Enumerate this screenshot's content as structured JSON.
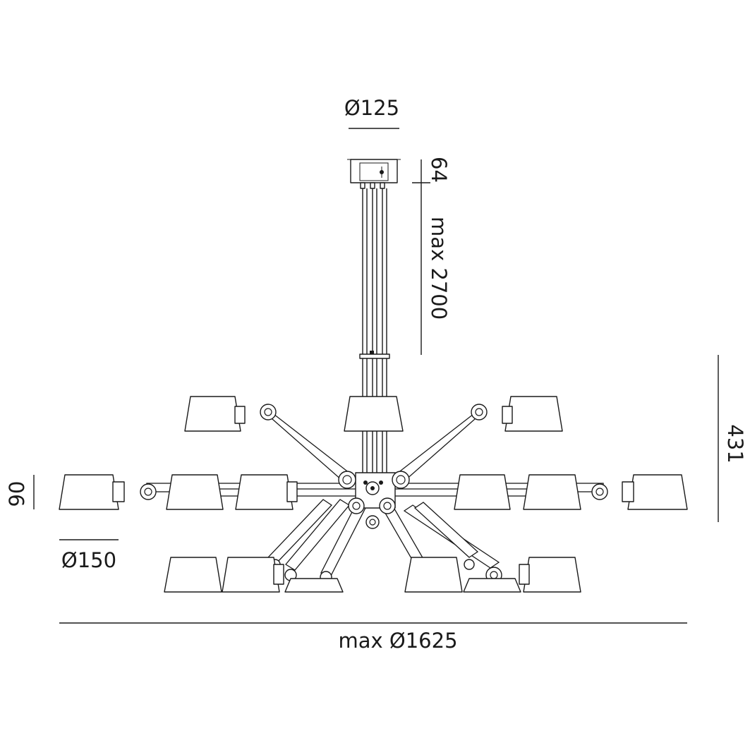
{
  "dimensions": {
    "canopy_diameter": "Ø125",
    "canopy_height": "64",
    "suspension_length": "max 2700",
    "body_height": "431",
    "shade_height": "90",
    "shade_diameter": "Ø150",
    "overall_diameter": "max Ø1625"
  }
}
